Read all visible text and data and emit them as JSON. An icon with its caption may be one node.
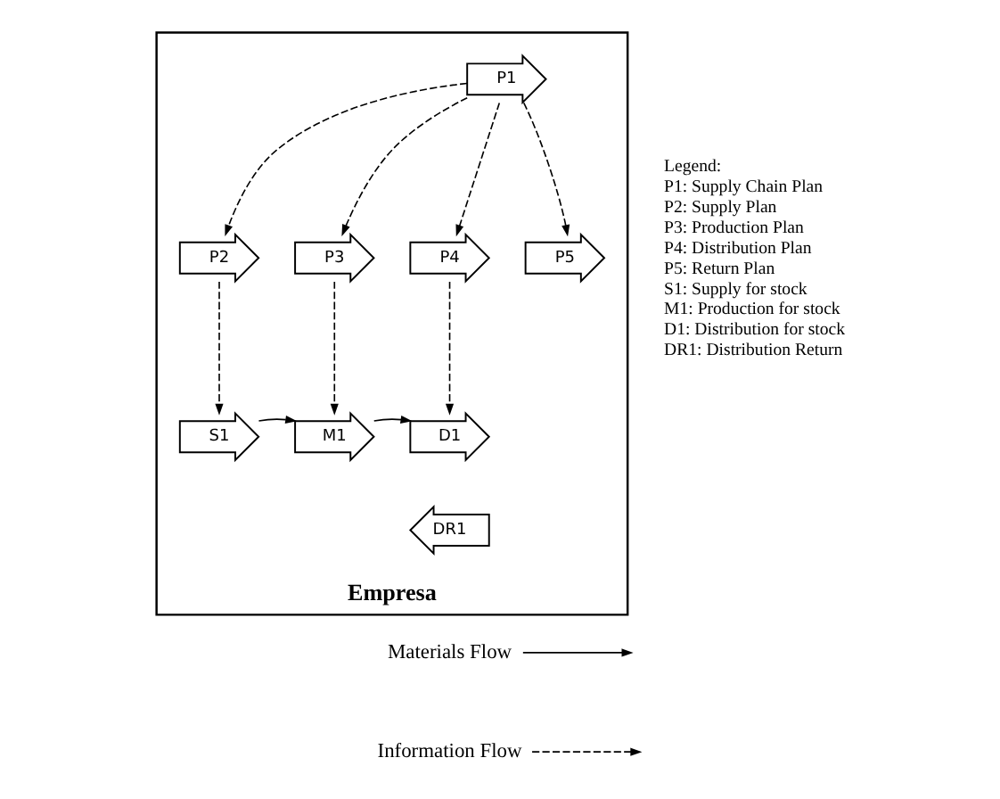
{
  "diagram": {
    "nodes": [
      {
        "text": [
          "Empresa"
        ]
      },
      {
        "text": [
          "P1"
        ],
        "in": 0
      },
      {
        "text": [
          "P2"
        ],
        "in": 0
      },
      {
        "text": [
          "P3"
        ],
        "in": 0
      },
      {
        "text": [
          "P4"
        ],
        "in": 0
      },
      {
        "text": [
          "P5"
        ],
        "in": 0
      },
      {
        "text": [
          "S1"
        ],
        "in": 0
      },
      {
        "text": [
          "M1"
        ],
        "in": 0
      },
      {
        "text": [
          "D1"
        ],
        "in": 0
      },
      {
        "text": [
          "DR1"
        ],
        "in": 0
      }
    ],
    "edges": [
      {
        "from": 1,
        "to": 2,
        "arrow": "to",
        "style": "dashed"
      },
      {
        "from": 1,
        "to": 3,
        "arrow": "to",
        "style": "dashed"
      },
      {
        "from": 1,
        "to": 4,
        "arrow": "to",
        "style": "dashed"
      },
      {
        "from": 1,
        "to": 5,
        "arrow": "to",
        "style": "dashed"
      },
      {
        "from": 2,
        "to": 6,
        "arrow": "to",
        "style": "dashed"
      },
      {
        "from": 3,
        "to": 7,
        "arrow": "to",
        "style": "dashed"
      },
      {
        "from": 4,
        "to": 8,
        "arrow": "to",
        "style": "dashed"
      },
      {
        "from": 6,
        "to": 7,
        "arrow": "to"
      },
      {
        "from": 7,
        "to": 8,
        "arrow": "to"
      }
    ],
    "labels": [
      "Legend:",
      "P1: Supply Chain Plan",
      "P2: Supply Plan",
      "P3: Production Plan",
      "P4: Distribution Plan",
      "P5: Return Plan",
      "S1: Supply for stock",
      "M1: Production for stock",
      "D1: Distribution for stock",
      "DR1: Distribution Return"
    ],
    "legend": [
      {
        "text": "Materials Flow"
      },
      {
        "text": "Information Flow"
      }
    ]
  }
}
